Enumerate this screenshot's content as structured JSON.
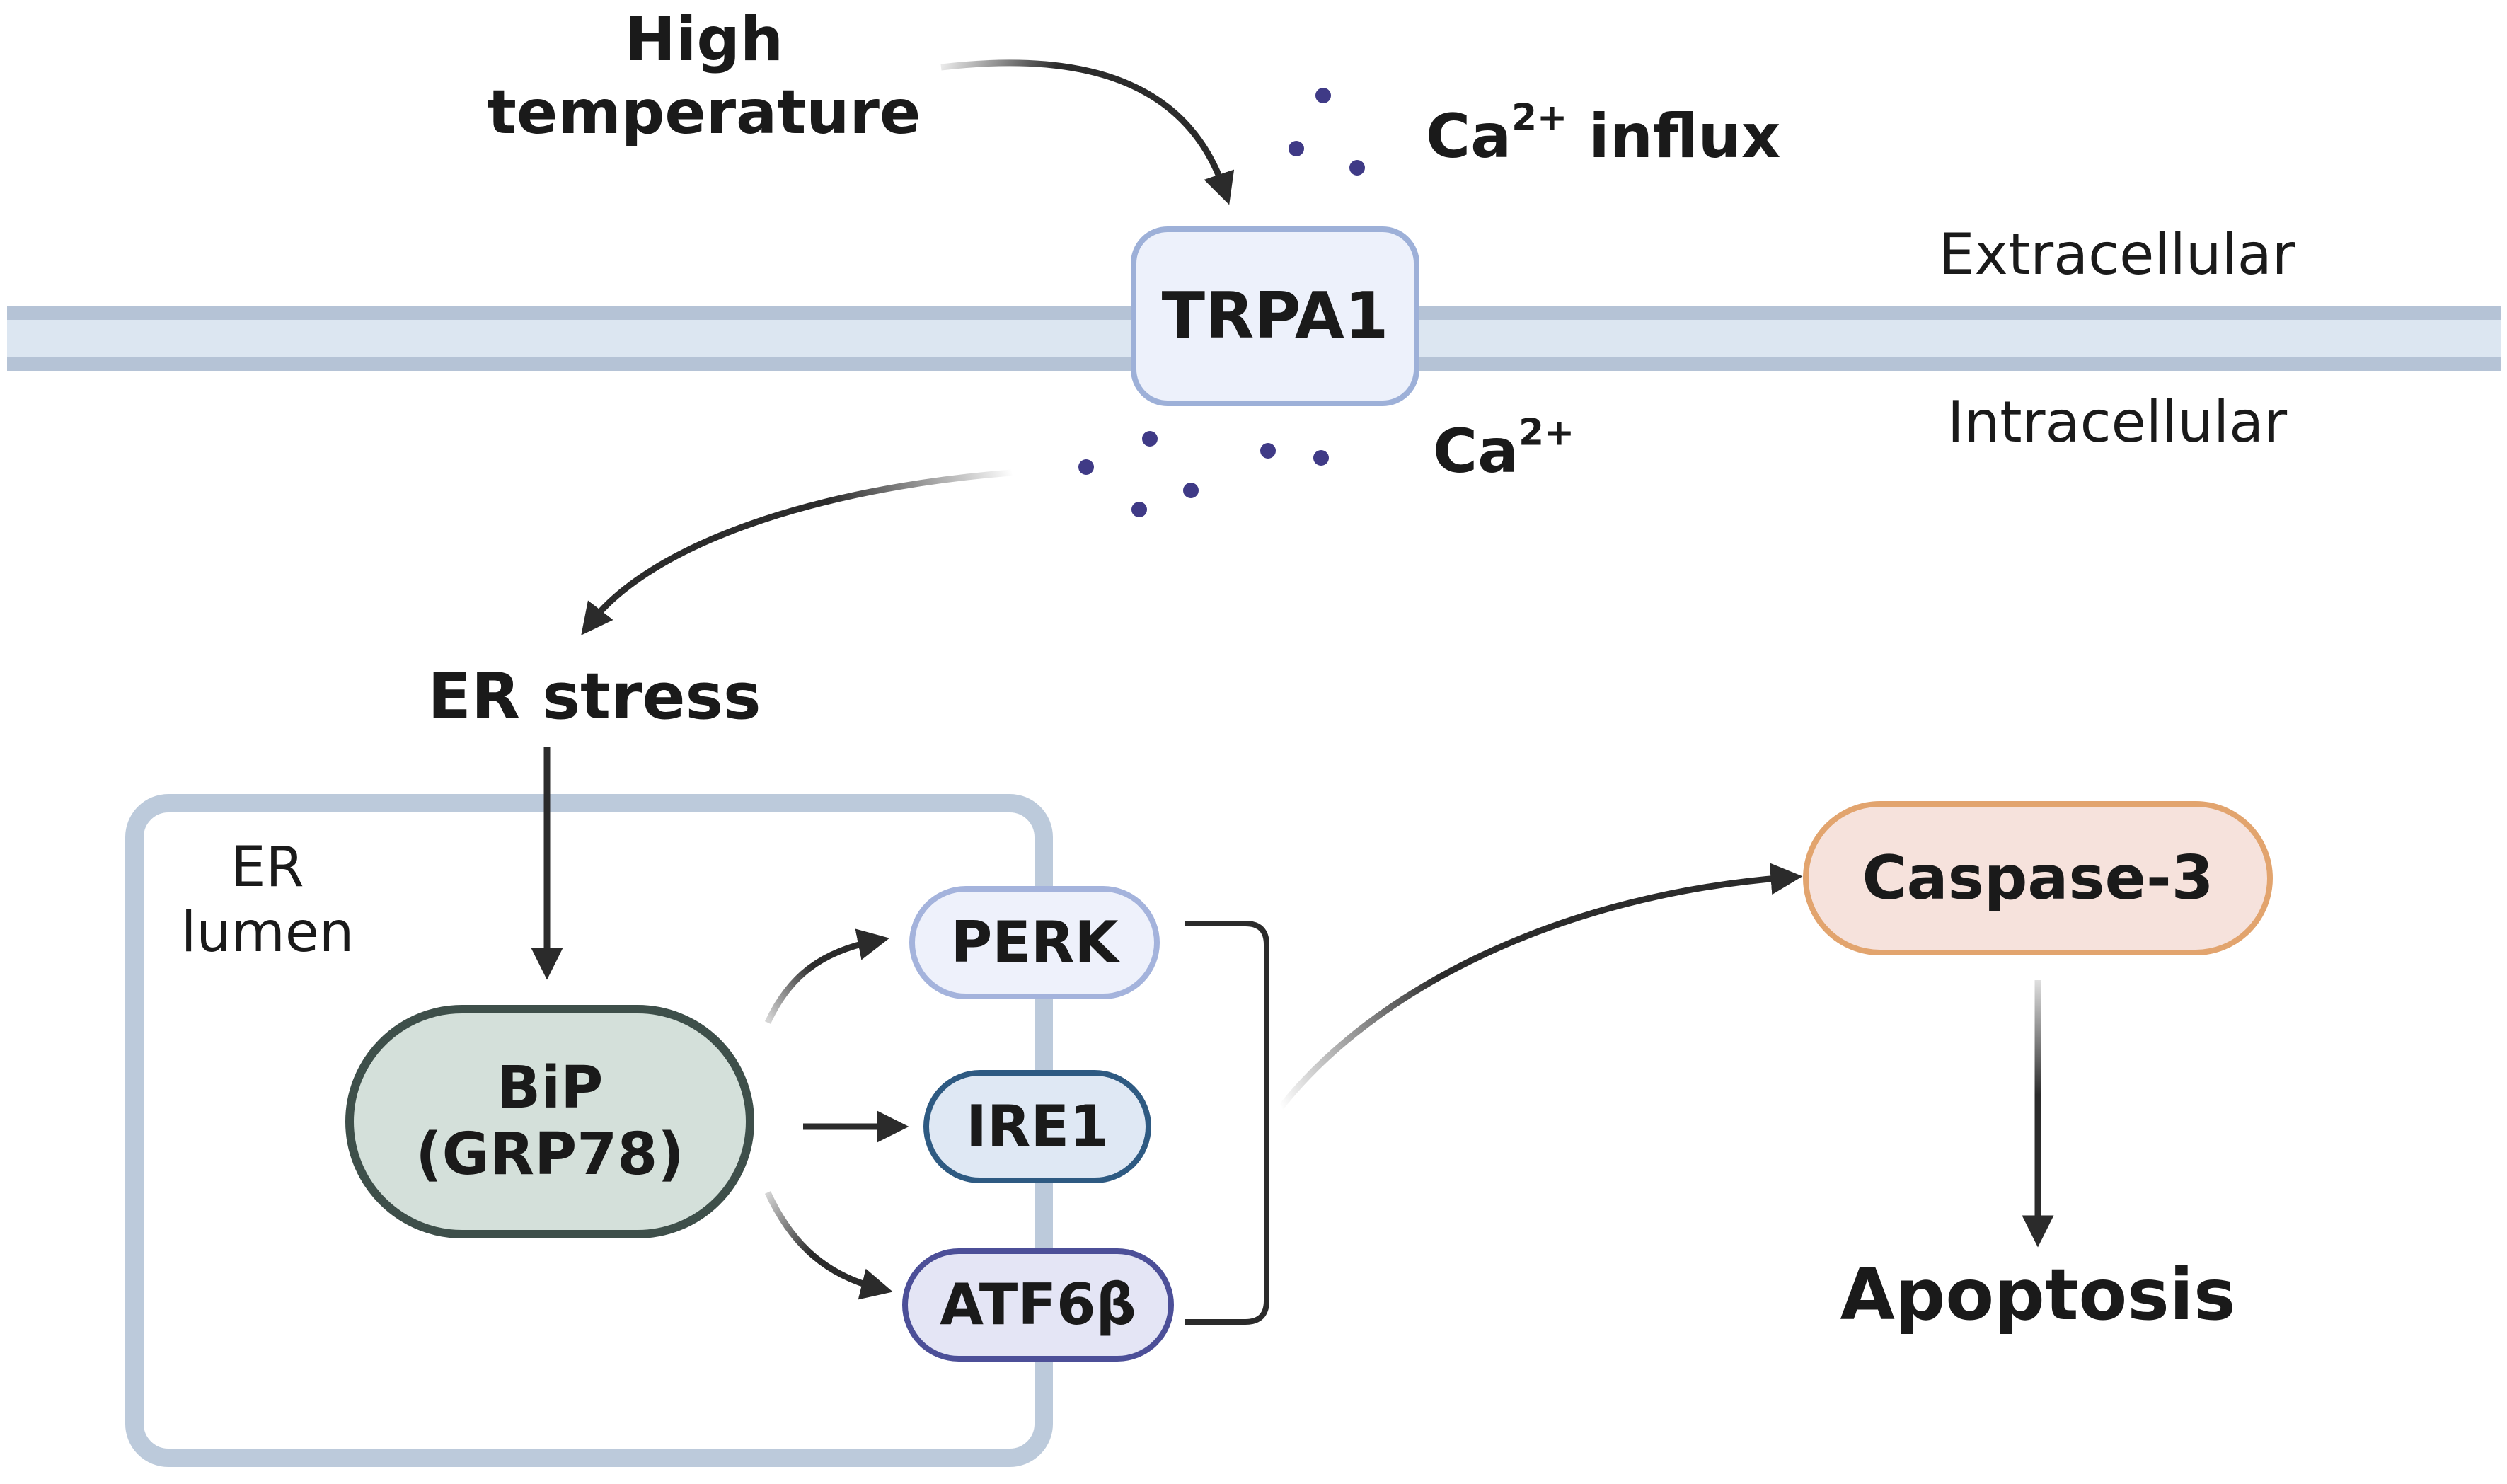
{
  "labels": {
    "high_temp_line1": "High",
    "high_temp_line2": "temperature",
    "ca_influx_prefix": "Ca",
    "ca_influx_sup": "2+",
    "ca_influx_suffix": " influx",
    "extracellular": "Extracellular",
    "intracellular": "Intracellular",
    "ca_intra_prefix": "Ca",
    "ca_intra_sup": "2+",
    "er_stress": "ER stress",
    "er_lumen_line1": "ER",
    "er_lumen_line2": "lumen",
    "apoptosis": "Apoptosis"
  },
  "nodes": {
    "trpa1": "TRPA1",
    "bip_line1": "BiP",
    "bip_line2": "(GRP78)",
    "perk": "PERK",
    "ire1": "IRE1",
    "atf6b": "ATF6β",
    "caspase3": "Caspase-3"
  },
  "colors": {
    "membrane_outer": "#b5c3d6",
    "membrane_inner": "#dce6f1",
    "er_border": "#bccadb",
    "trpa1_fill": "#edf1fb",
    "trpa1_stroke": "#9db0d8",
    "bip_fill": "#d4e0da",
    "bip_stroke": "#3e4f4a",
    "perk_fill": "#eef1fb",
    "perk_stroke": "#a4b3dc",
    "ire1_fill": "#dfe8f4",
    "ire1_stroke": "#2e5a82",
    "atf6b_fill": "#e4e5f5",
    "atf6b_stroke": "#4c4f98",
    "caspase_fill": "#f6e2dc",
    "caspase_stroke": "#e2a46e",
    "calcium": "#3f3a86",
    "arrow": "#2b2b2b"
  }
}
